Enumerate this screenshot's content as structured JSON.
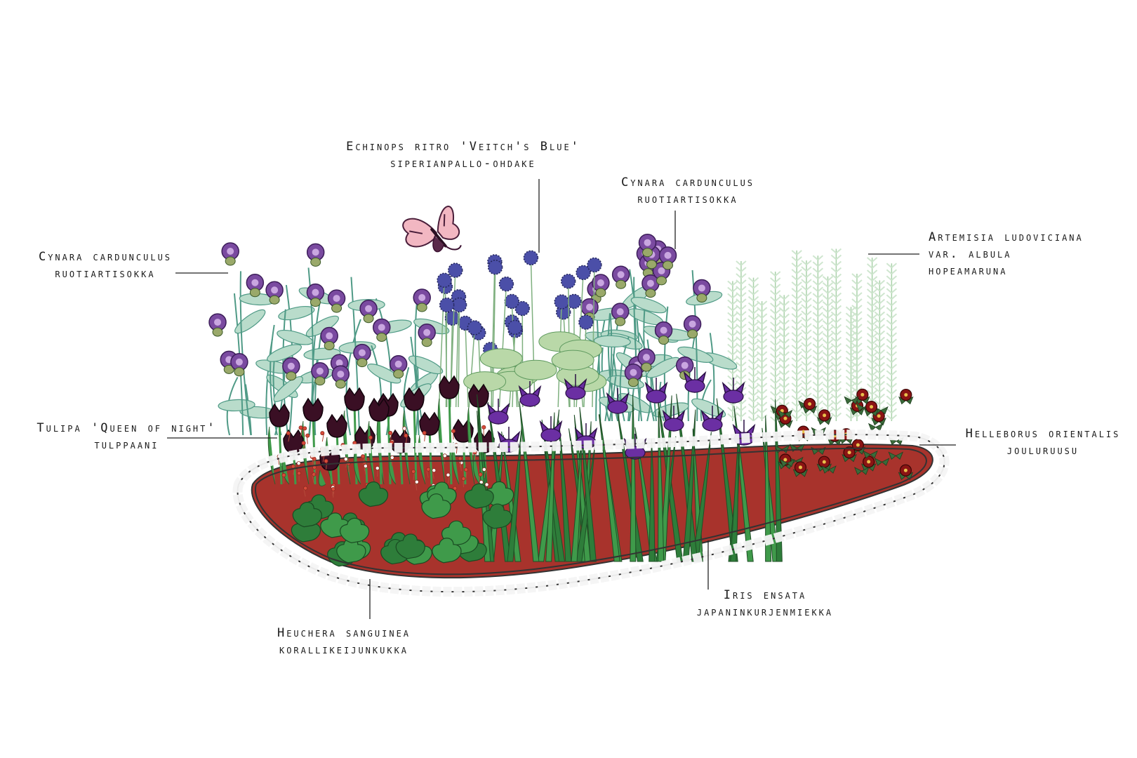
{
  "labels": {
    "echinops": {
      "latin": "Echinops ritro 'Veitch's Blue'",
      "common": "siperianpallo-ohdake"
    },
    "cynara_top": {
      "latin": "Cynara cardunculus",
      "common": "ruotiartisokka"
    },
    "cynara_left": {
      "latin": "Cynara cardunculus",
      "common": "ruotiartisokka"
    },
    "artemisia": {
      "latin": "Artemisia ludoviciana",
      "latin2": "var. albula",
      "common": "hopeamaruna"
    },
    "tulipa": {
      "latin": "Tulipa 'Queen of night'",
      "common": "tulppaani"
    },
    "helleborus": {
      "latin": "Helleborus orientalis",
      "common": "jouluruusu"
    },
    "iris": {
      "latin": "Iris ensata",
      "common": "japaninkurjenmiekka"
    },
    "heuchera": {
      "latin": "Heuchera sanguinea",
      "common": "korallikeijunkukka"
    }
  },
  "colors": {
    "edging_stone": "#f4f4f4",
    "edging_line": "#333333",
    "soil": "#a8332c",
    "leaf_green": "#3f9a4a",
    "dark_leaf": "#2e7d3a",
    "cynara_leaf": "#b9dccb",
    "cynara_flower": "#7a4aa0",
    "echinops_flower": "#4b4fa8",
    "tulip": "#3a0f24",
    "iris": "#6b2fa3",
    "helleborus": "#8b1414",
    "heuchera": "#d84a3a",
    "artemisia": "#cfe6cf",
    "butterfly": "#f2b7c2"
  }
}
